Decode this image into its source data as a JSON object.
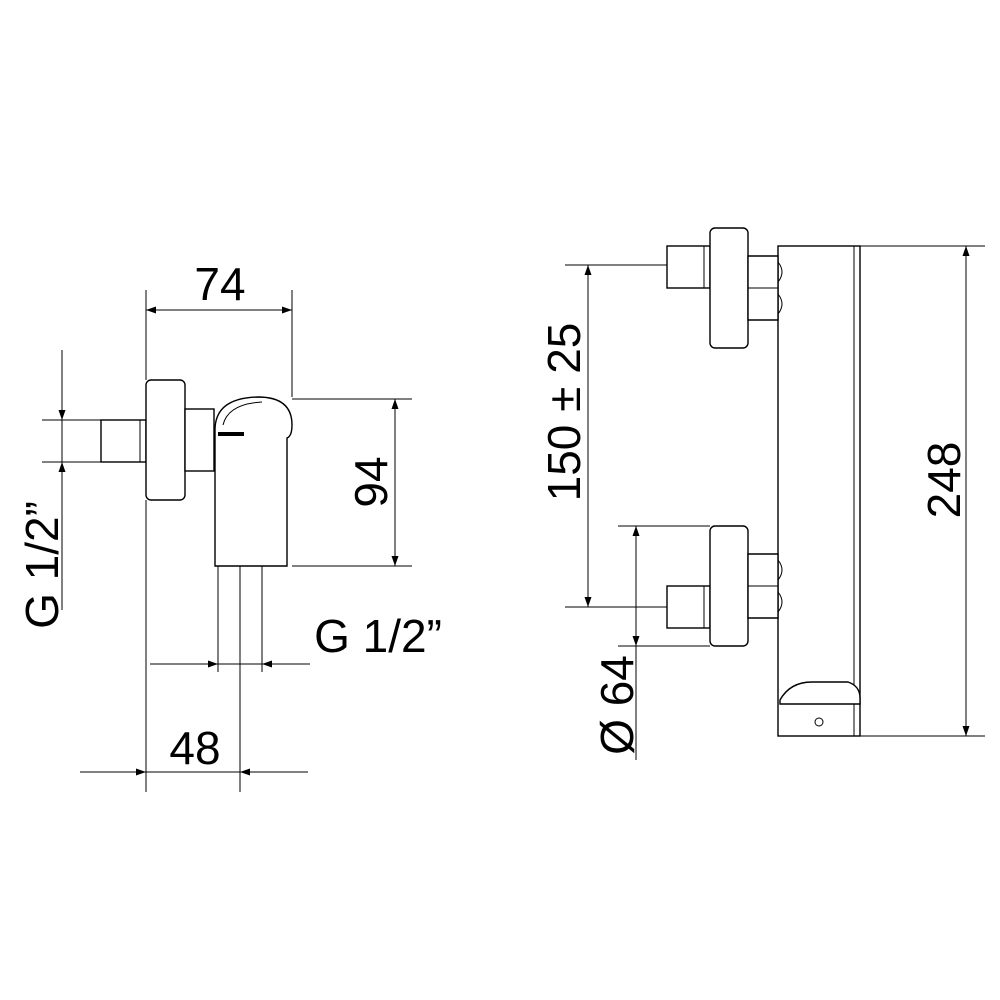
{
  "drawing": {
    "side_view": {
      "width_dim": "74",
      "height_dim": "94",
      "inlet_thread": "G 1/2”",
      "outlet_thread": "G 1/2”",
      "projection_dim": "48"
    },
    "front_view": {
      "centers_dim": "150 ± 25",
      "rosette_dim": "Ø 64",
      "height_dim": "248"
    }
  }
}
